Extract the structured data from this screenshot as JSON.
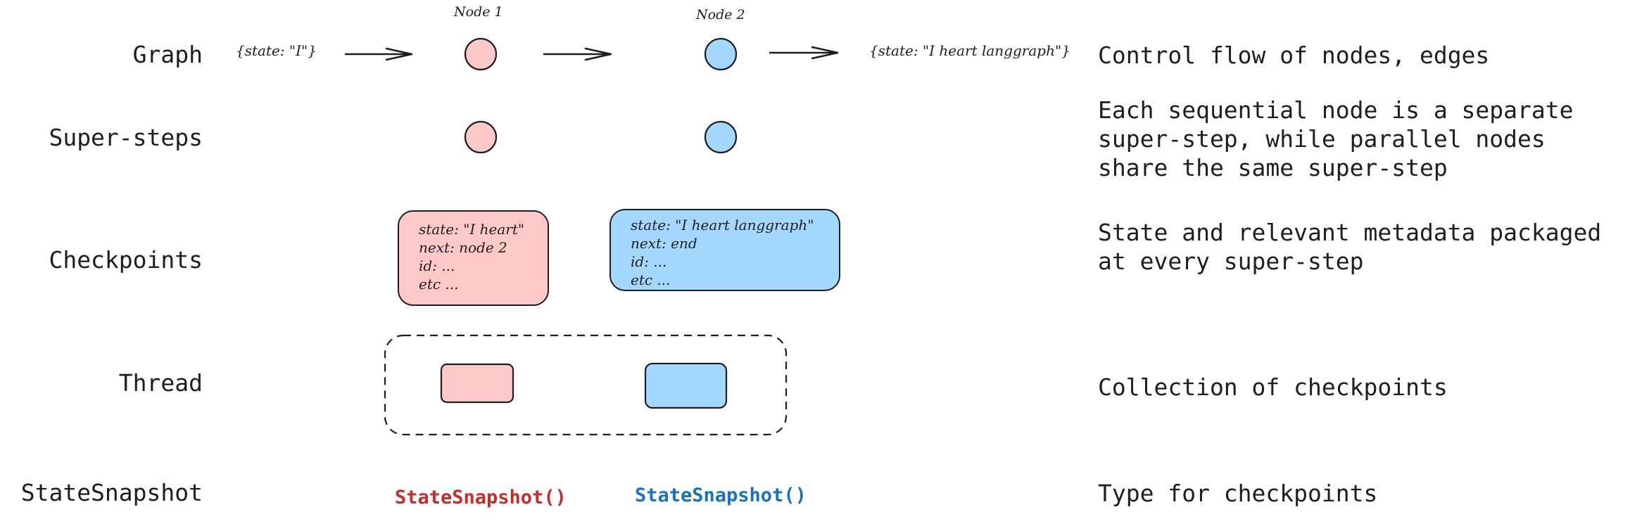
{
  "colors": {
    "node1_fill": "#ffc9c9",
    "node2_fill": "#a5d8ff",
    "snapshot1": "#c92a2a",
    "snapshot2": "#1971c2",
    "stroke": "#1e1e1e"
  },
  "rows": {
    "graph": "Graph",
    "supersteps": "Super-steps",
    "checkpoints": "Checkpoints",
    "thread": "Thread",
    "statesnapshot": "StateSnapshot"
  },
  "graph": {
    "node1_label": "Node 1",
    "node2_label": "Node 2",
    "input_state": "{state: \"I\"}",
    "output_state": "{state: \"I heart langgraph\"}"
  },
  "checkpoints": {
    "node1": [
      "state: \"I heart\"",
      "next: node 2",
      "id: ...",
      "etc ..."
    ],
    "node2": [
      "state: \"I heart langgraph\"",
      "next: end",
      "id: ...",
      "etc ..."
    ]
  },
  "snapshots": {
    "node1": "StateSnapshot()",
    "node2": "StateSnapshot()"
  },
  "descriptions": {
    "graph": [
      "Control flow of nodes, edges"
    ],
    "supersteps": [
      "Each sequential node is a separate",
      "super-step, while parallel nodes",
      "share the same super-step"
    ],
    "checkpoints": [
      "State and relevant metadata packaged",
      "at every super-step"
    ],
    "thread": [
      "Collection of checkpoints"
    ],
    "statesnapshot": [
      "Type for checkpoints"
    ]
  }
}
